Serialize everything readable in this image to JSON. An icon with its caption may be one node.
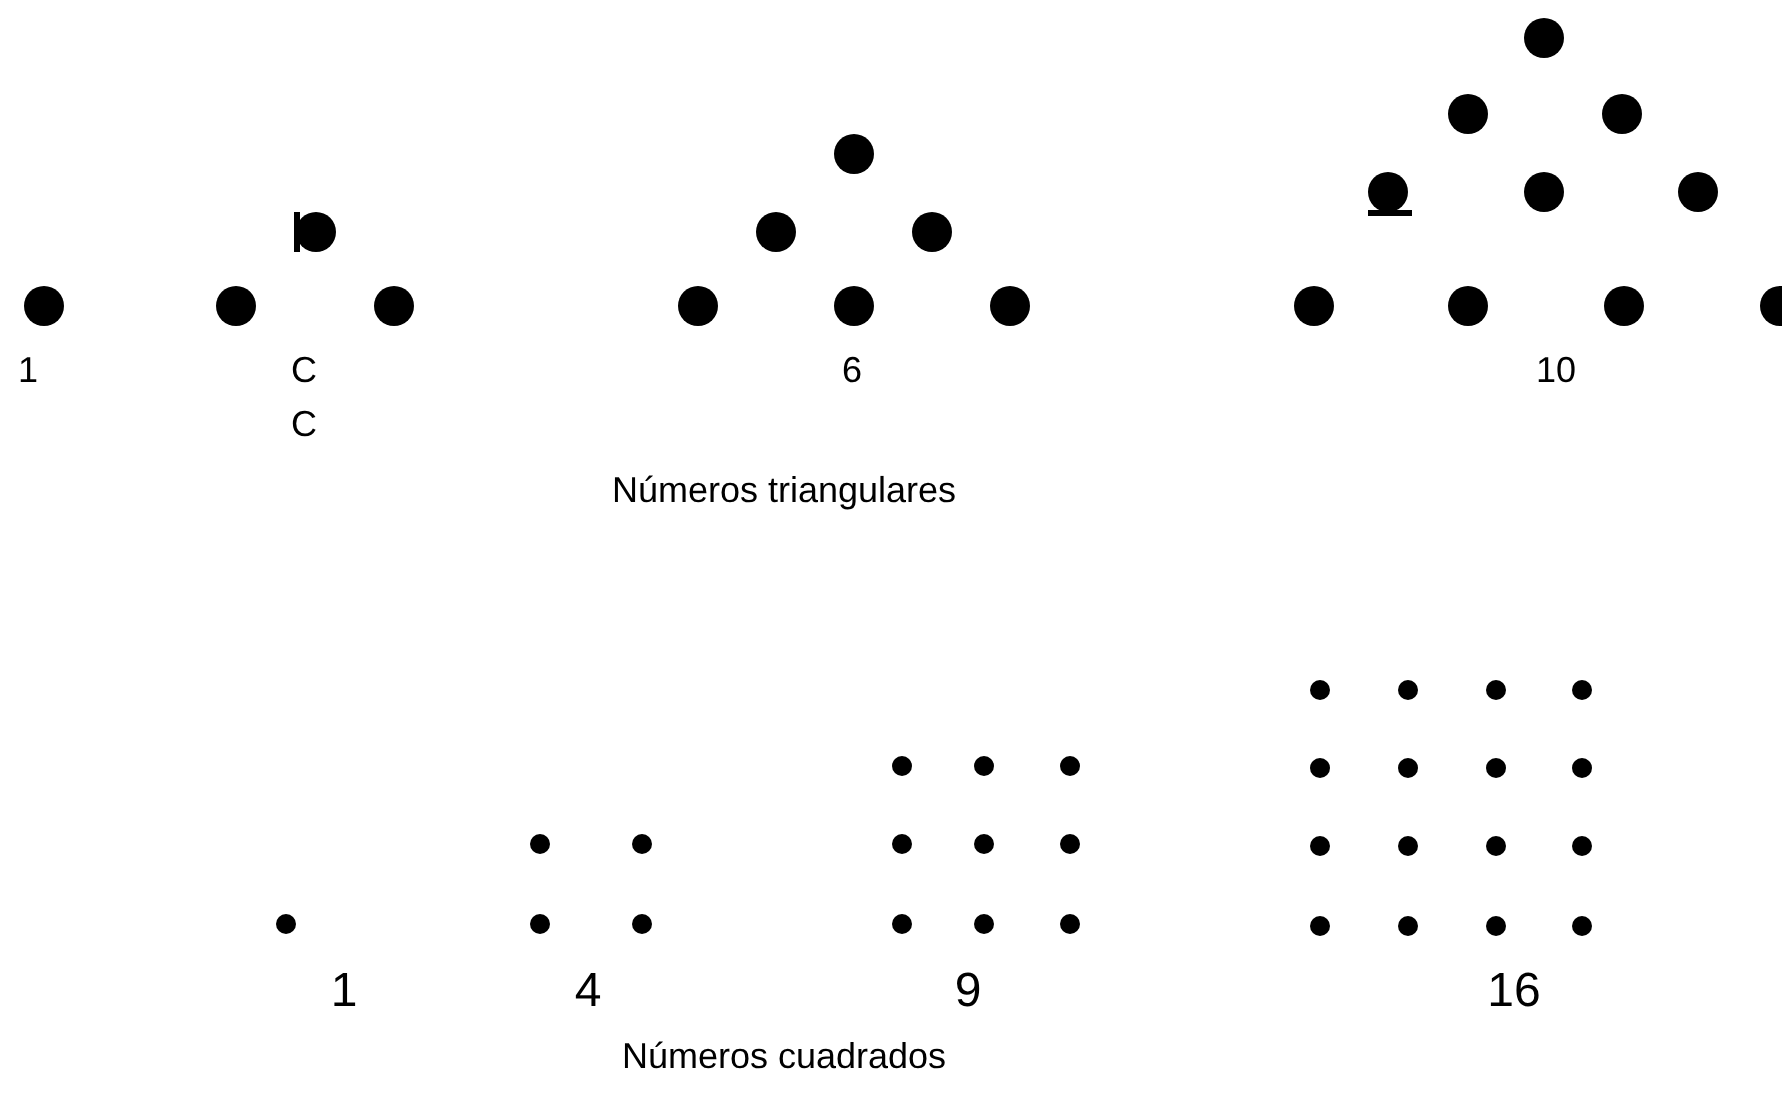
{
  "diagram": {
    "labels": [
      "1",
      "C",
      "C",
      "6",
      "10",
      "Números triangulares",
      "1",
      "4",
      "9",
      "16",
      "Números cuadrados"
    ]
  }
}
